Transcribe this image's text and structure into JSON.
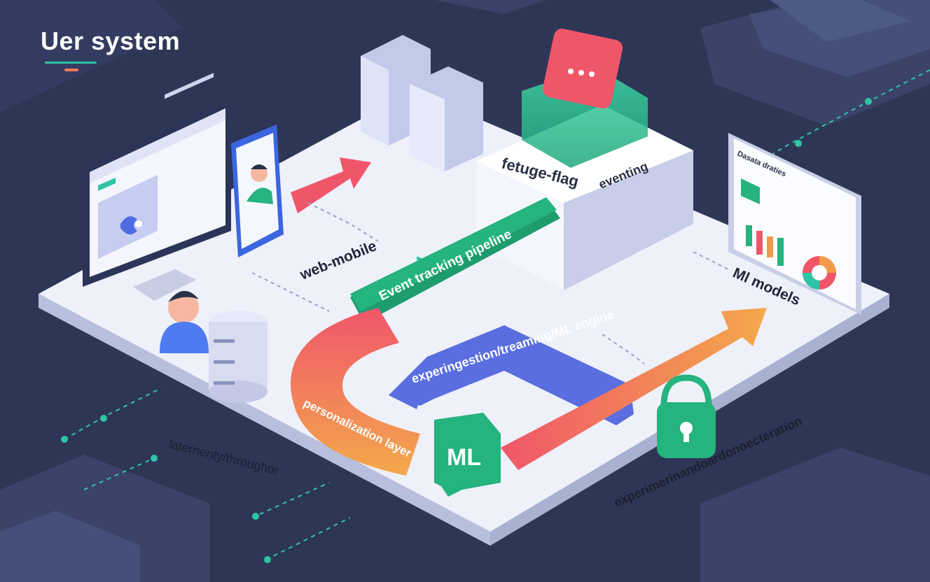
{
  "title": "Uer system",
  "labels": {
    "feature_flag": "fetuge-flag",
    "eventing": "eventing",
    "web_mobile": "web-mobile",
    "event_pipeline": "Event tracking pipeline",
    "ml_models": "Ml models",
    "engine": "experingestion/treaming/ML engine",
    "personalization": "personalization layer",
    "ml_badge": "ML",
    "latency": "laternenty/throughor",
    "experimentation": "experimerinandoardonoecteration",
    "dashboard_heading": "Dasata draties"
  },
  "colors": {
    "background": "#2e3656",
    "platform": "#e7eaf7",
    "green": "#25b37e",
    "red": "#f0566a",
    "orange": "#f39a4a",
    "blue": "#5a6ee0",
    "teal": "#2fc4a6"
  }
}
